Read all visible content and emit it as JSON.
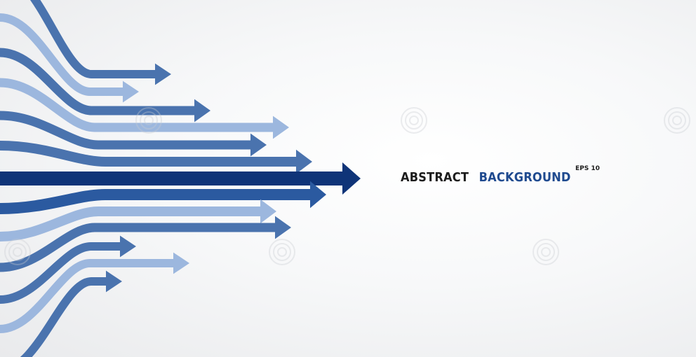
{
  "headline": {
    "word_1": "ABSTRACT",
    "word_2": "BACKGROUND"
  },
  "badge": "EPS 10",
  "colors": {
    "background": "#f6f7f8",
    "headline_dark": "#1c1c1c",
    "headline_accent": "#1f4a8f",
    "arrow_navy": "#0f3478",
    "arrow_royal": "#2b5aa0",
    "arrow_steel": "#4a73ae",
    "arrow_light": "#9cb7de"
  },
  "icons": [
    "arrow-icon",
    "watermark-spiral-icon"
  ]
}
